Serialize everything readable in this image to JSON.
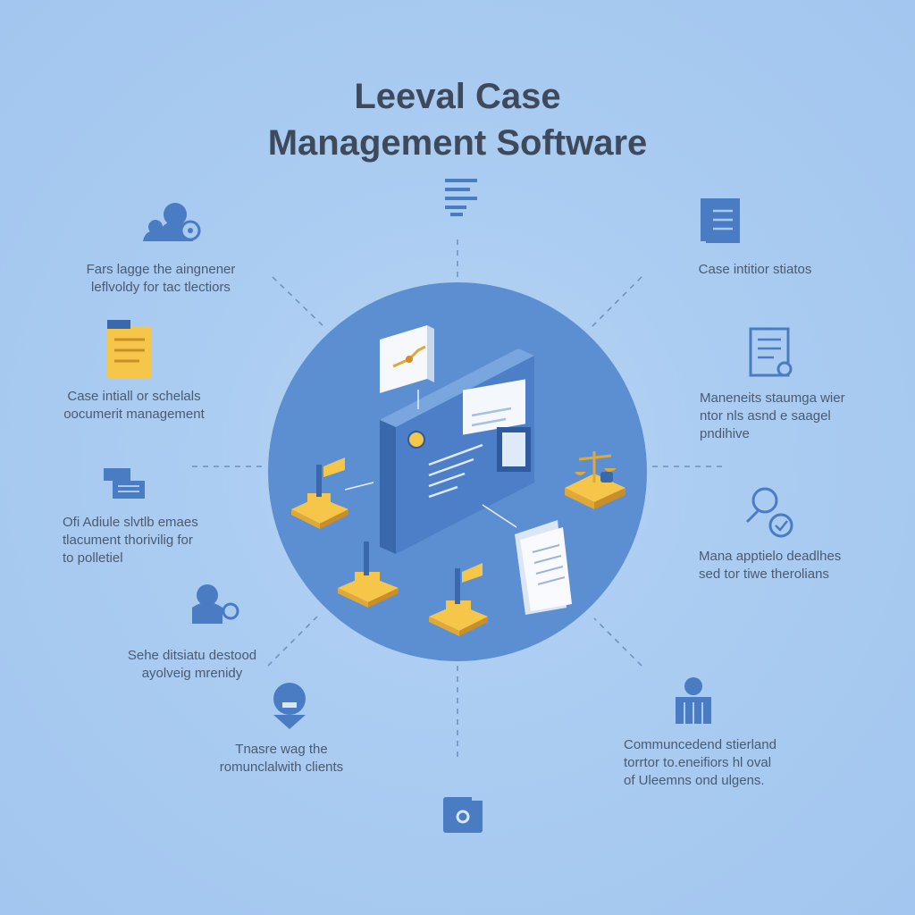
{
  "title": {
    "line1": "Leeval Case",
    "line2": "Management Software"
  },
  "features": [
    {
      "id": "left-1",
      "lines": [
        "Fars lagge the aingnener",
        "leflvoldy for tac tlectiors"
      ]
    },
    {
      "id": "left-2",
      "lines": [
        "Case intiall or schelals",
        "oocumerit management"
      ]
    },
    {
      "id": "left-3",
      "lines": [
        "Ofi Adiule slvtlb emaes",
        "tlacument thorivilig for",
        "to polletiel"
      ]
    },
    {
      "id": "left-4",
      "lines": [
        "Sehe ditsiatu destood",
        "ayolveig mrenidy"
      ]
    },
    {
      "id": "left-5",
      "lines": [
        "Tnasre wag the",
        "romunclalwith clients"
      ]
    },
    {
      "id": "right-1",
      "lines": [
        "Case intitior stiatos"
      ]
    },
    {
      "id": "right-2",
      "lines": [
        "Maneneits staumga wier",
        "ntor nls asnd e saagel",
        "pndihive"
      ]
    },
    {
      "id": "right-3",
      "lines": [
        "Mana apptielo deadlhes",
        "sed tor tiwe therolians"
      ]
    },
    {
      "id": "right-4",
      "lines": [
        "Communcedend stierland",
        "torrtor to.eneifiors hl oval",
        "of Uleemns ond ulgens."
      ]
    }
  ],
  "colors": {
    "background": "#a9cbf1",
    "circle": "#5b8fd2",
    "icon_blue": "#4a7cc4",
    "accent_yellow": "#f5c64a",
    "title_text": "#3e4a5c",
    "label_text": "#4b5a70"
  },
  "icons": [
    "people-icon",
    "document-icon",
    "chat-icon",
    "person-location-icon",
    "person-chat-icon",
    "list-icon",
    "file-icon",
    "report-icon",
    "check-chat-icon",
    "team-icon",
    "camera-icon",
    "dashboard-icon",
    "chart-card-icon",
    "scales-icon",
    "pin-icon",
    "page-icon"
  ]
}
